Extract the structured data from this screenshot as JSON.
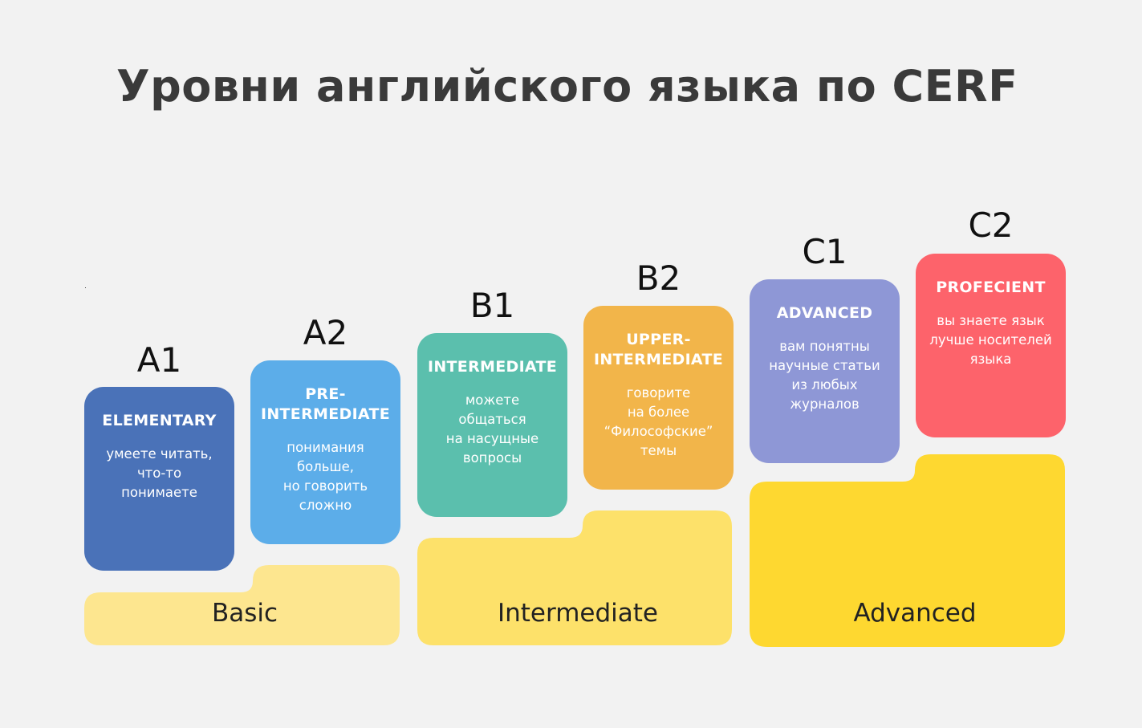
{
  "title": "Уровни английского языка по CERF",
  "levels": [
    {
      "code": "A1",
      "name": "ELEMENTARY",
      "desc": "умеете читать,\nчто-то\nпонимаете",
      "color": "#4a72b8"
    },
    {
      "code": "A2",
      "name": "PRE-\nINTERMEDIATE",
      "desc": "понимания\nбольше,\nно говорить\nсложно",
      "color": "#5cade9"
    },
    {
      "code": "B1",
      "name": "INTERMEDIATE",
      "desc": "можете\nобщаться\nна насущные\nвопросы",
      "color": "#5bbfad"
    },
    {
      "code": "B2",
      "name": "UPPER-\nINTERMEDIATE",
      "desc": "говорите\nна более\n“Философские”\nтемы",
      "color": "#f2b54a"
    },
    {
      "code": "C1",
      "name": "ADVANCED",
      "desc": "вам понятны\nнаучные статьи\nиз любых\nжурналов",
      "color": "#8e97d6"
    },
    {
      "code": "C2",
      "name": "PROFECIENT",
      "desc": "вы знаете язык\nлучше носителей\nязыка",
      "color": "#fd636b"
    }
  ],
  "groups": [
    {
      "label": "Basic",
      "color": "#fde68f"
    },
    {
      "label": "Intermediate",
      "color": "#fde16a"
    },
    {
      "label": "Advanced",
      "color": "#fed830"
    }
  ]
}
